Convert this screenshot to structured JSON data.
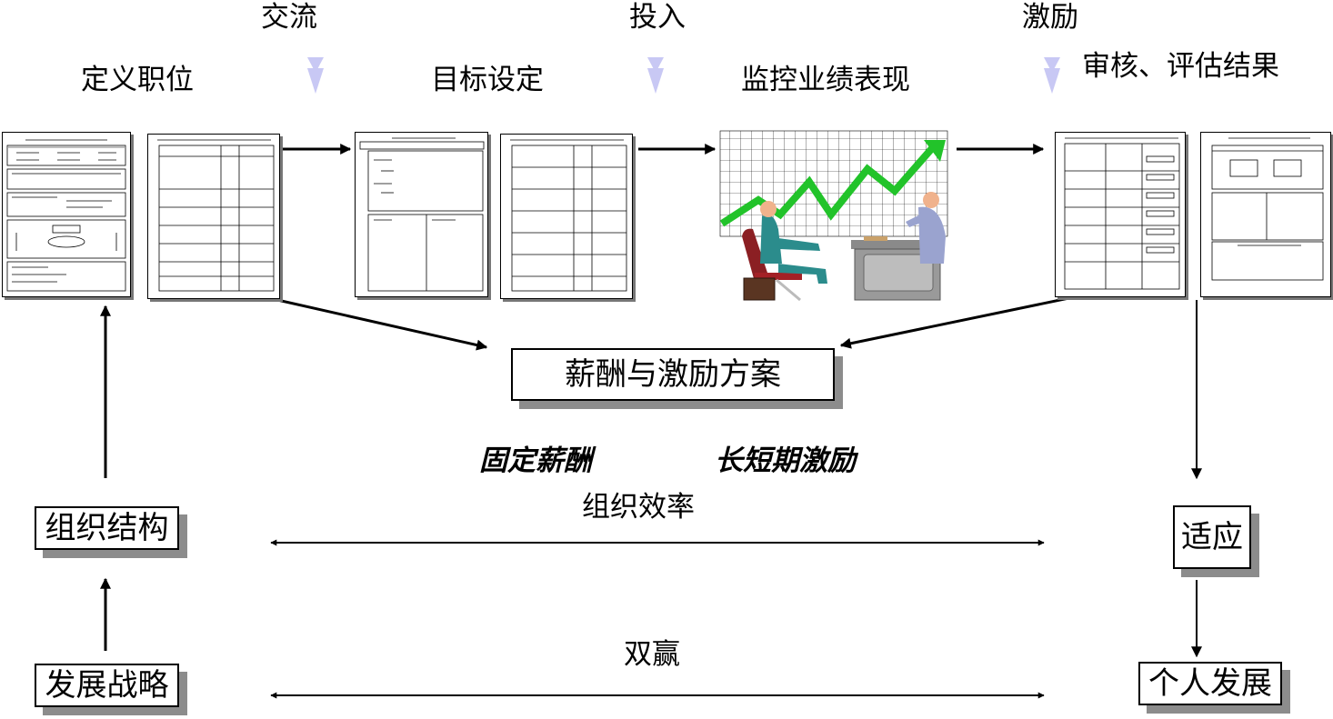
{
  "stage_labels": {
    "define_position": "定义职位",
    "goal_setting": "目标设定",
    "monitor_performance": "监控业绩表现",
    "review_results": "审核、评估结果"
  },
  "transition_labels": {
    "communicate": "交流",
    "invest": "投入",
    "incentive": "激励"
  },
  "center_box": "薪酬与激励方案",
  "compensation_types": {
    "fixed": "固定薪酬",
    "long_short_incentive": "长短期激励"
  },
  "org_efficiency": "组织效率",
  "win_win": "双赢",
  "left_boxes": {
    "org_structure": "组织结构",
    "dev_strategy": "发展战略"
  },
  "right_boxes": {
    "adapt": "适应",
    "personal_dev": "个人发展"
  },
  "colors": {
    "down_arrow": "#c8c8f4",
    "chart_line": "#22c32a",
    "shadow": "#8c8c8c"
  },
  "icons": [
    "down-arrow-icon",
    "document-form-icon",
    "growth-chart-meeting-icon"
  ]
}
